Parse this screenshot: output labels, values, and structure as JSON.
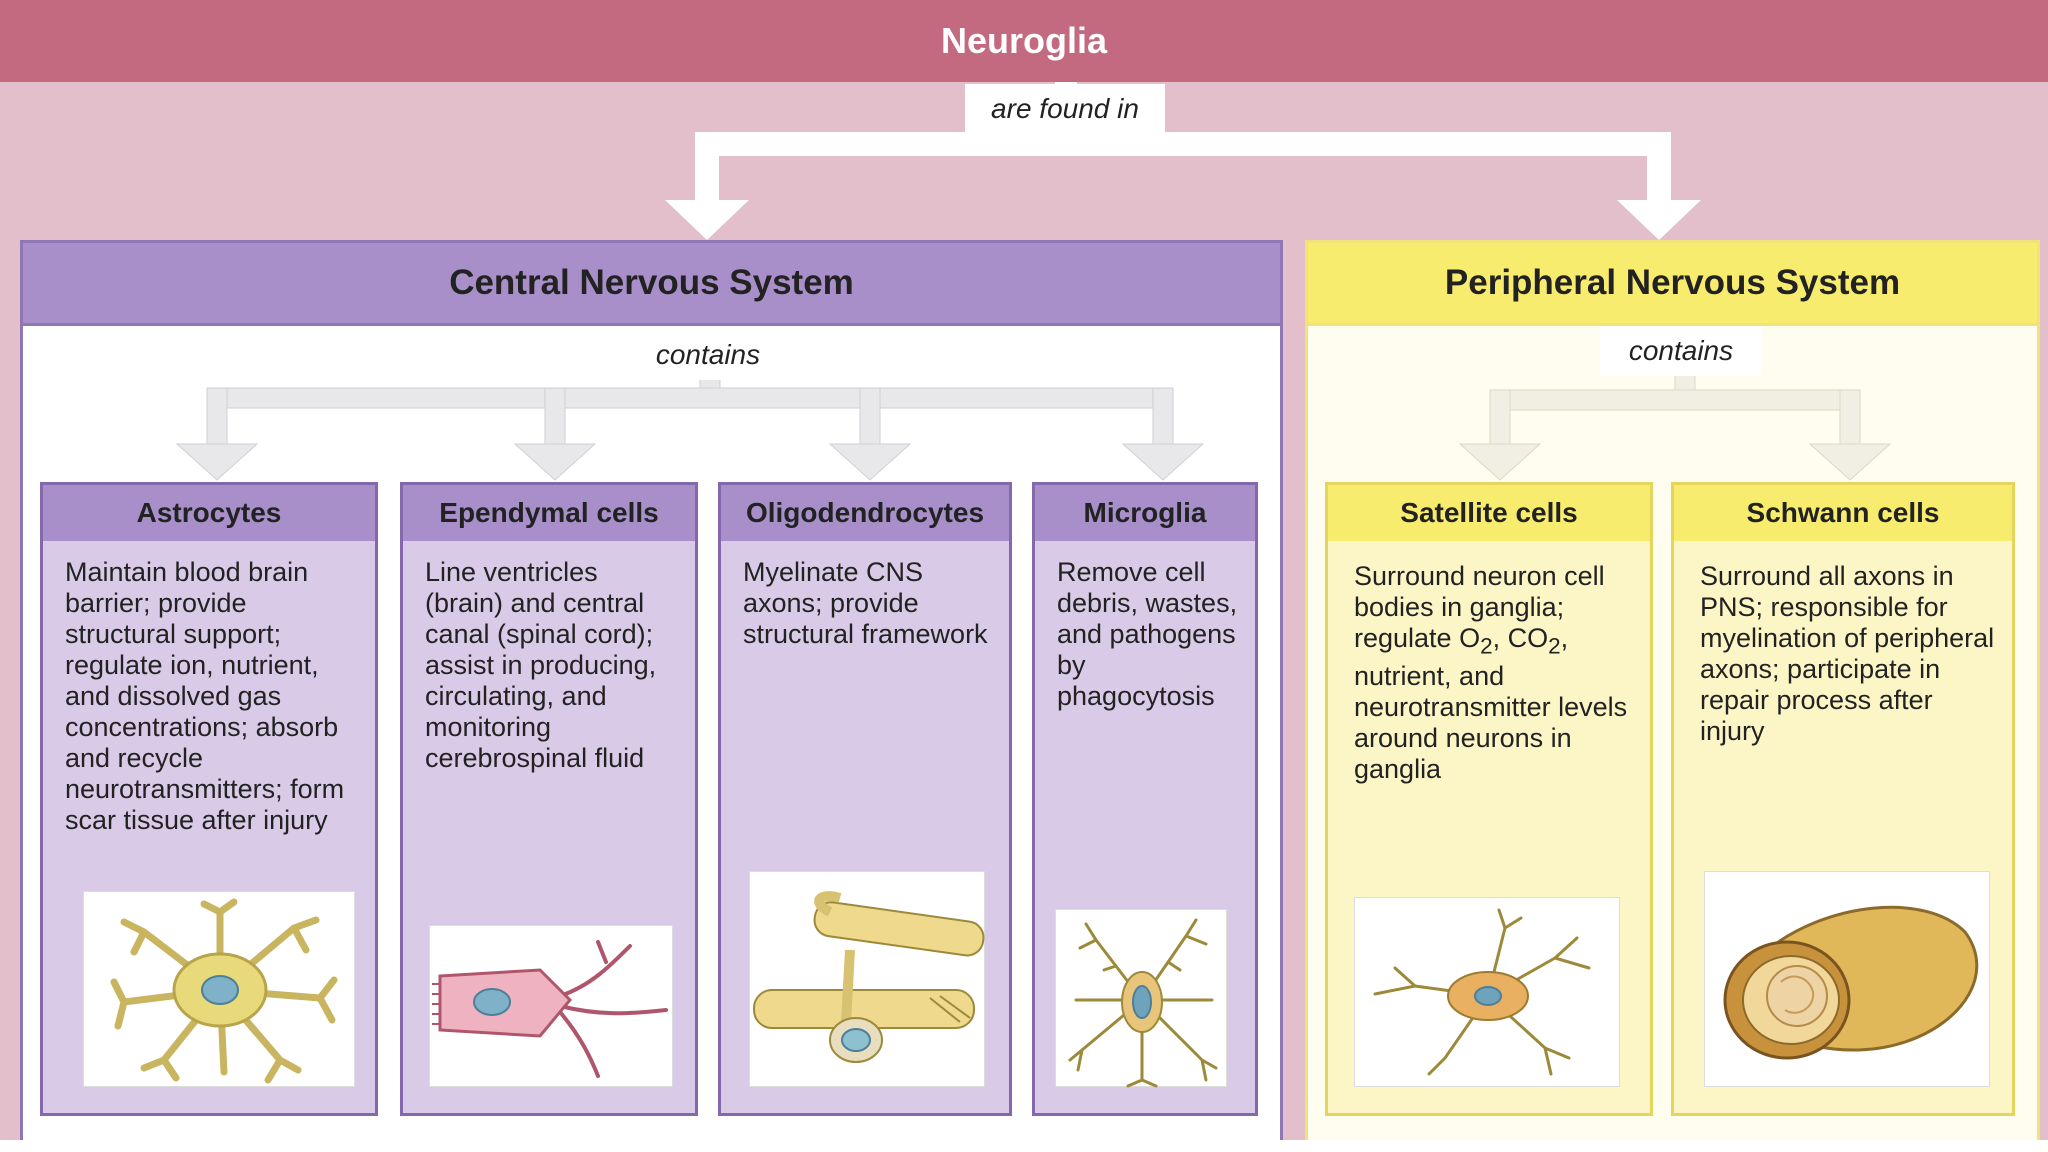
{
  "title": "Neuroglia",
  "connector_top": "are found in",
  "cns": {
    "title": "Central Nervous System",
    "connector": "contains",
    "cells": [
      {
        "name": "Astrocytes",
        "desc": "Maintain blood brain barrier; provide structural support; regulate ion, nutrient, and dissolved gas concentrations; absorb and recycle neurotransmitters; form scar tissue after injury"
      },
      {
        "name": "Ependymal cells",
        "desc": "Line ventricles (brain) and central canal (spinal cord); assist in producing, circulating, and monitoring cerebrospinal fluid"
      },
      {
        "name": "Oligodendrocytes",
        "desc": "Myelinate CNS axons; provide structural framework"
      },
      {
        "name": "Microglia",
        "desc": "Remove cell debris, wastes, and pathogens by phagocytosis"
      }
    ]
  },
  "pns": {
    "title": "Peripheral Nervous System",
    "connector": "contains",
    "cells": [
      {
        "name": "Satellite cells",
        "desc_parts": [
          "Surround neuron cell bodies in ganglia; regulate O",
          "2",
          ", CO",
          "2",
          ", nutrient, and neurotransmitter levels around neurons in ganglia"
        ]
      },
      {
        "name": "Schwann cells",
        "desc": "Surround all axons in PNS; responsible for myelination of peripheral axons; participate in repair process after injury"
      }
    ]
  },
  "colors": {
    "title_bar": "#c36a80",
    "background": "#e2bfcb",
    "cns_header": "#a88fc9",
    "cns_column": "#d9cbe7",
    "pns_header": "#f8ec6e",
    "pns_column": "#fcf6c6",
    "arrow": "#ffffff"
  }
}
